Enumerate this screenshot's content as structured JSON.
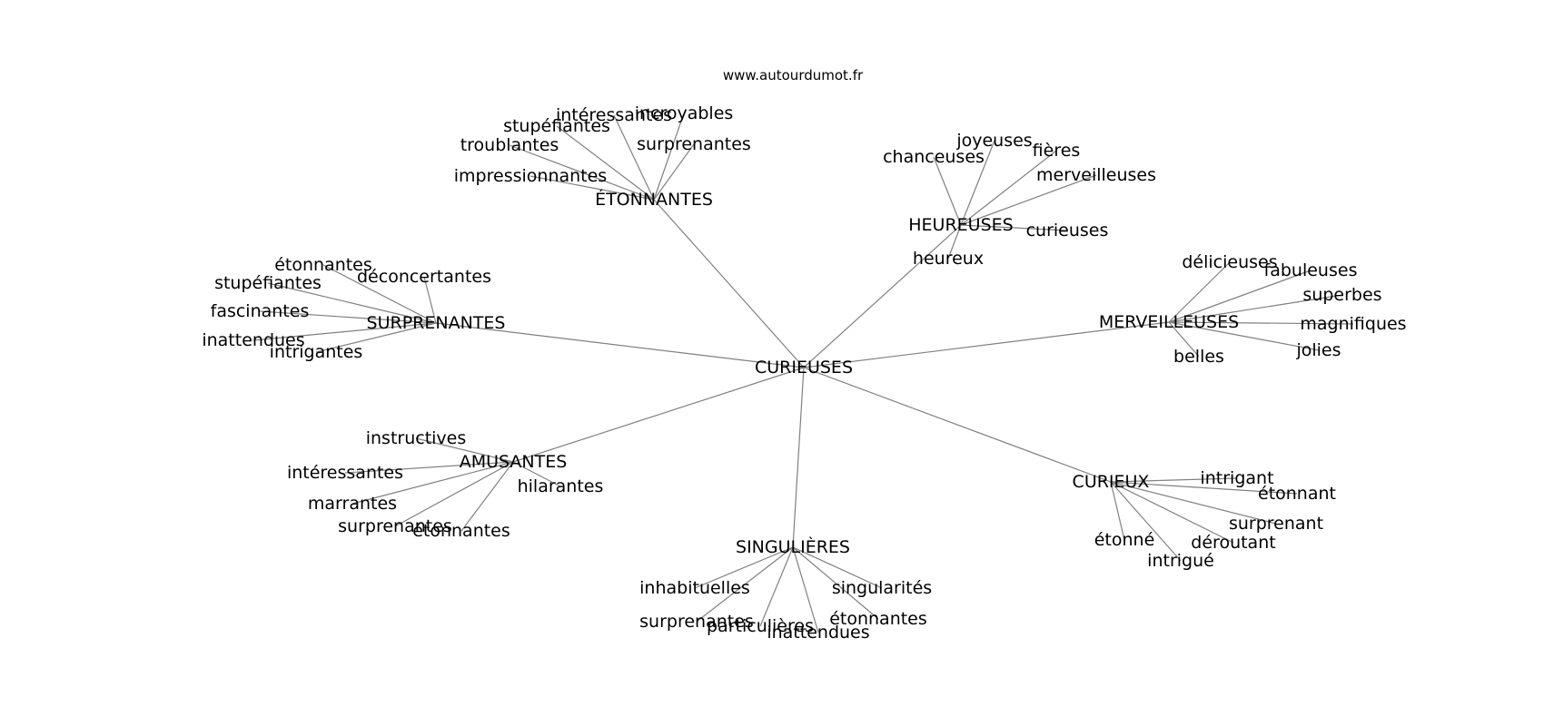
{
  "source": "www.autourdumot.fr",
  "root": "CURIEUSES",
  "clusters": [
    {
      "label": "ÉTONNANTES",
      "words": [
        "intéressantes",
        "incroyables",
        "stupéfiantes",
        "troublantes",
        "surprenantes",
        "impressionnantes"
      ]
    },
    {
      "label": "HEUREUSES",
      "words": [
        "joyeuses",
        "fières",
        "chanceuses",
        "merveilleuses",
        "curieuses",
        "heureux"
      ]
    },
    {
      "label": "SURPRENANTES",
      "words": [
        "étonnantes",
        "déconcertantes",
        "stupéfiantes",
        "fascinantes",
        "inattendues",
        "intrigantes"
      ]
    },
    {
      "label": "MERVEILLEUSES",
      "words": [
        "délicieuses",
        "fabuleuses",
        "superbes",
        "magnifiques",
        "jolies",
        "belles"
      ]
    },
    {
      "label": "AMUSANTES",
      "words": [
        "instructives",
        "intéressantes",
        "hilarantes",
        "marrantes",
        "surprenantes",
        "étonnantes"
      ]
    },
    {
      "label": "CURIEUX",
      "words": [
        "intrigant",
        "étonnant",
        "surprenant",
        "déroutant",
        "étonné",
        "intrigué"
      ]
    },
    {
      "label": "SINGULIÈRES",
      "words": [
        "inhabituelles",
        "singularités",
        "surprenantes",
        "étonnantes",
        "particulières",
        "inattendues"
      ]
    }
  ]
}
